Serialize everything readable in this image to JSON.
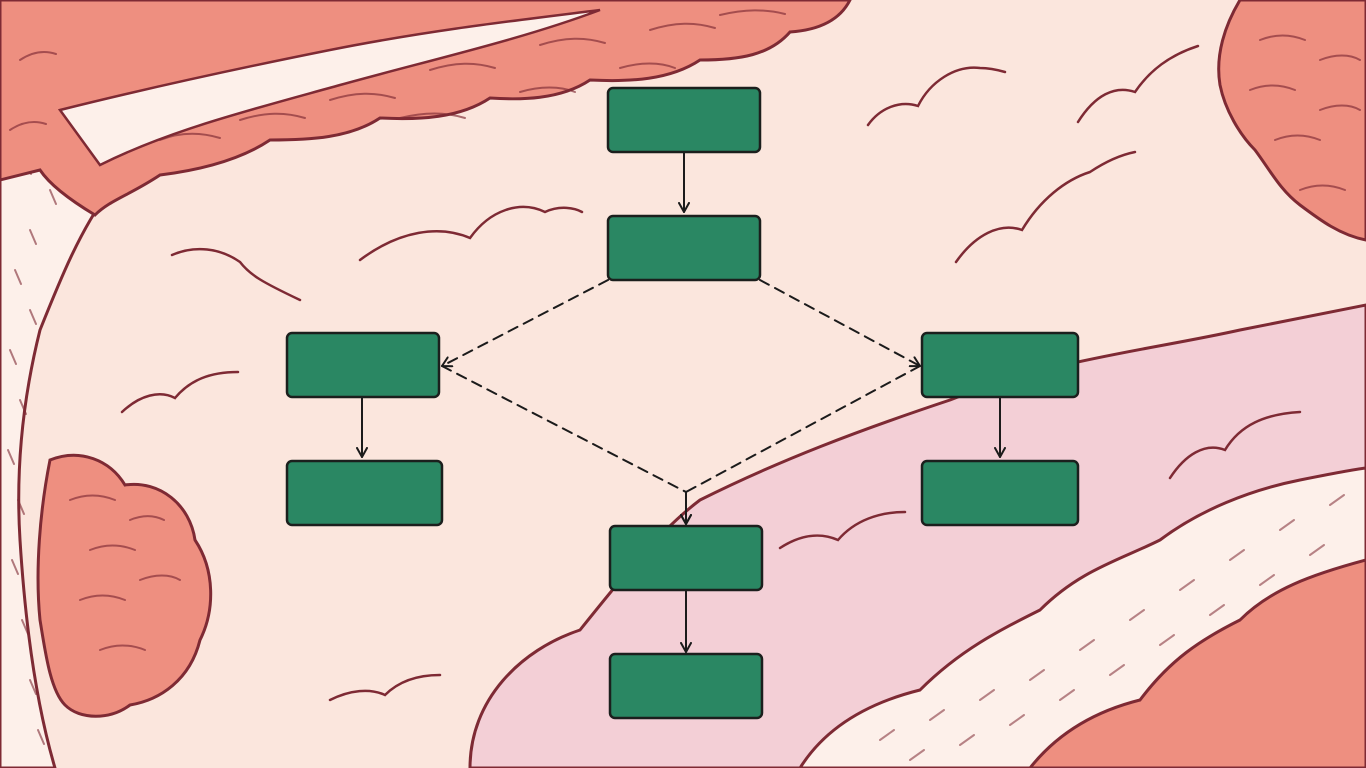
{
  "diagram": {
    "nodes": [
      {
        "id": "n1",
        "label": ""
      },
      {
        "id": "n2",
        "label": ""
      },
      {
        "id": "n3",
        "label": ""
      },
      {
        "id": "n4",
        "label": ""
      },
      {
        "id": "n5",
        "label": ""
      },
      {
        "id": "n6",
        "label": ""
      },
      {
        "id": "n7",
        "label": ""
      },
      {
        "id": "n8",
        "label": ""
      }
    ],
    "edges": [
      {
        "from": "n1",
        "to": "n2",
        "style": "solid"
      },
      {
        "from": "n2",
        "to": "n3",
        "style": "dashed"
      },
      {
        "from": "n2",
        "to": "n4",
        "style": "dashed"
      },
      {
        "from": "n3",
        "to": "n5",
        "style": "solid"
      },
      {
        "from": "n4",
        "to": "n6",
        "style": "solid"
      },
      {
        "from": "n3",
        "to": "n7",
        "style": "dashed"
      },
      {
        "from": "n4",
        "to": "n7",
        "style": "dashed"
      },
      {
        "from": "n7",
        "to": "n8",
        "style": "solid"
      }
    ]
  },
  "colors": {
    "background": "#fbe6dd",
    "foliage": "#ee8f80",
    "foliage_outline": "#7e2a34",
    "hill": "#f3cfd6",
    "bark": "#fdf0ea",
    "node_fill": "#2a8763",
    "node_border": "#1b1f1d",
    "connector": "#1b1b1b"
  }
}
